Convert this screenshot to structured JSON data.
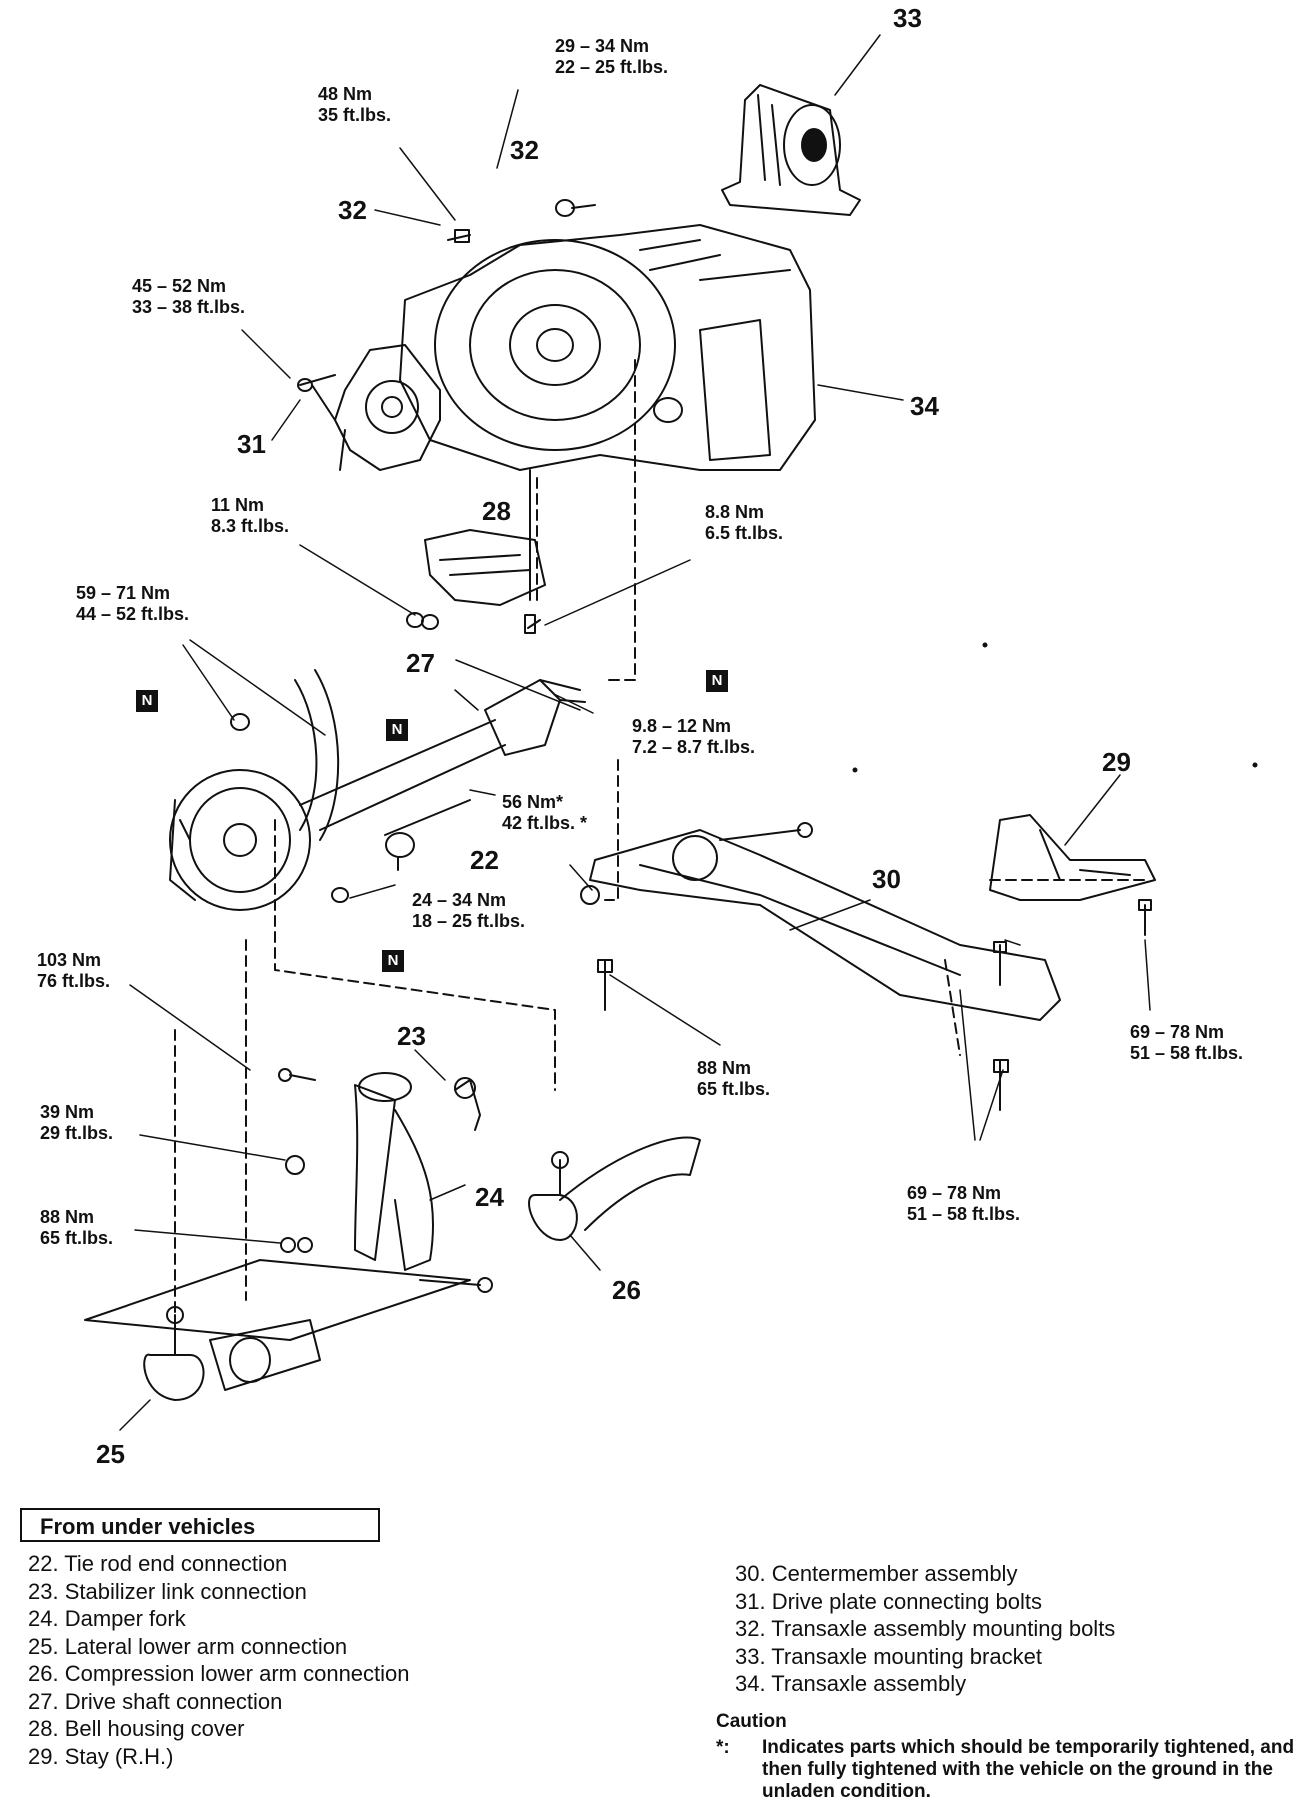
{
  "callouts": [
    {
      "id": "c33",
      "text": "33"
    },
    {
      "id": "c32a",
      "text": "32"
    },
    {
      "id": "c32b",
      "text": "32"
    },
    {
      "id": "c31",
      "text": "31"
    },
    {
      "id": "c34",
      "text": "34"
    },
    {
      "id": "c28",
      "text": "28"
    },
    {
      "id": "c27",
      "text": "27"
    },
    {
      "id": "c22",
      "text": "22"
    },
    {
      "id": "c29",
      "text": "29"
    },
    {
      "id": "c30",
      "text": "30"
    },
    {
      "id": "c23",
      "text": "23"
    },
    {
      "id": "c24",
      "text": "24"
    },
    {
      "id": "c26",
      "text": "26"
    },
    {
      "id": "c25",
      "text": "25"
    }
  ],
  "torques": [
    {
      "id": "t1",
      "nm": "29 – 34 Nm",
      "ft": "22 – 25 ft.lbs."
    },
    {
      "id": "t2",
      "nm": "48 Nm",
      "ft": "35 ft.lbs."
    },
    {
      "id": "t3",
      "nm": "45 – 52 Nm",
      "ft": "33 – 38 ft.lbs."
    },
    {
      "id": "t4",
      "nm": "11 Nm",
      "ft": "8.3 ft.lbs."
    },
    {
      "id": "t5",
      "nm": "8.8 Nm",
      "ft": "6.5 ft.lbs."
    },
    {
      "id": "t6",
      "nm": "59 – 71 Nm",
      "ft": "44 – 52 ft.lbs."
    },
    {
      "id": "t7",
      "nm": "9.8 – 12 Nm",
      "ft": "7.2 – 8.7 ft.lbs."
    },
    {
      "id": "t8",
      "nm": "56 Nm*",
      "ft": "42 ft.lbs. *"
    },
    {
      "id": "t9",
      "nm": "24 – 34 Nm",
      "ft": "18 – 25 ft.lbs."
    },
    {
      "id": "t10",
      "nm": "103 Nm",
      "ft": "76 ft.lbs."
    },
    {
      "id": "t11",
      "nm": "88 Nm",
      "ft": "65 ft.lbs."
    },
    {
      "id": "t12",
      "nm": "69 – 78 Nm",
      "ft": "51 – 58 ft.lbs."
    },
    {
      "id": "t13",
      "nm": "39 Nm",
      "ft": "29 ft.lbs."
    },
    {
      "id": "t14",
      "nm": "69 – 78 Nm",
      "ft": "51 – 58 ft.lbs."
    },
    {
      "id": "t15",
      "nm": "88 Nm",
      "ft": "65 ft.lbs."
    }
  ],
  "n_mark": "N",
  "legend": {
    "title": "From under vehicles",
    "left_items": [
      "22. Tie rod end connection",
      "23. Stabilizer link connection",
      "24. Damper fork",
      "25. Lateral lower arm connection",
      "26. Compression lower arm connection",
      "27. Drive shaft connection",
      "28. Bell housing cover",
      "29. Stay (R.H.)"
    ],
    "right_items": [
      "30. Centermember assembly",
      "31. Drive plate connecting bolts",
      "32. Transaxle assembly mounting bolts",
      "33. Transaxle mounting bracket",
      "34. Transaxle assembly"
    ]
  },
  "caution": {
    "heading": "Caution",
    "mark": "*:",
    "text": "Indicates parts which should be temporarily tightened, and then fully tightened with the vehicle on the ground in the unladen condition."
  }
}
